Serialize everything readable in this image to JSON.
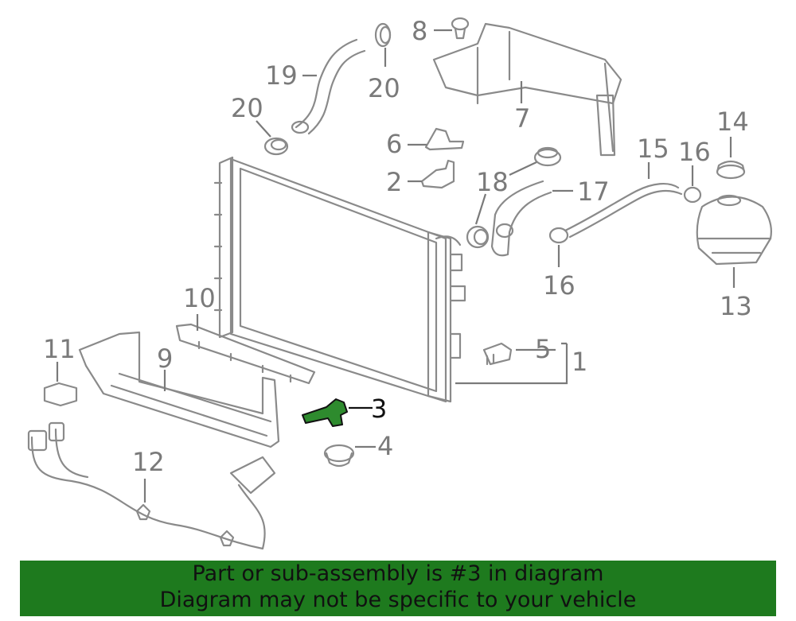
{
  "diagram": {
    "callouts": [
      {
        "id": "c1",
        "label": "1"
      },
      {
        "id": "c2",
        "label": "2"
      },
      {
        "id": "c3",
        "label": "3"
      },
      {
        "id": "c4",
        "label": "4"
      },
      {
        "id": "c5",
        "label": "5"
      },
      {
        "id": "c6",
        "label": "6"
      },
      {
        "id": "c7",
        "label": "7"
      },
      {
        "id": "c8",
        "label": "8"
      },
      {
        "id": "c9",
        "label": "9"
      },
      {
        "id": "c10",
        "label": "10"
      },
      {
        "id": "c11",
        "label": "11"
      },
      {
        "id": "c12",
        "label": "12"
      },
      {
        "id": "c13",
        "label": "13"
      },
      {
        "id": "c14",
        "label": "14"
      },
      {
        "id": "c15",
        "label": "15"
      },
      {
        "id": "c16a",
        "label": "16"
      },
      {
        "id": "c16b",
        "label": "16"
      },
      {
        "id": "c17",
        "label": "17"
      },
      {
        "id": "c18",
        "label": "18"
      },
      {
        "id": "c19",
        "label": "19"
      },
      {
        "id": "c20a",
        "label": "20"
      },
      {
        "id": "c20b",
        "label": "20"
      }
    ],
    "highlight_color": "#2e8b2e",
    "line_color": "#8a8a8a"
  },
  "footer": {
    "line1": "Part or sub-assembly is #3 in diagram",
    "line2": "Diagram may not be specific to your vehicle",
    "background": "#1e7a1e"
  }
}
